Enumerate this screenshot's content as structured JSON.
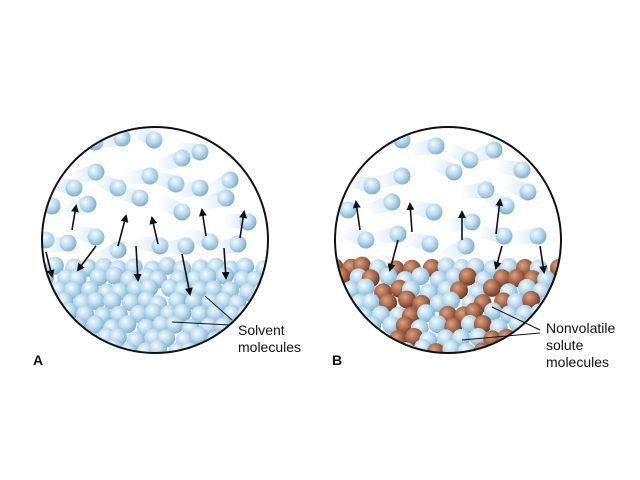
{
  "panels": [
    {
      "letter": "A",
      "callout": [
        "Solvent",
        "molecules"
      ]
    },
    {
      "letter": "B",
      "callout": [
        "Nonvolatile",
        "solute",
        "molecules"
      ]
    }
  ],
  "colors": {
    "solvent": "#b9d9ec",
    "solvent_dark": "#7fb0d2",
    "solute": "#a8674a",
    "solute_dark": "#6e3b25",
    "outline": "#111111"
  }
}
